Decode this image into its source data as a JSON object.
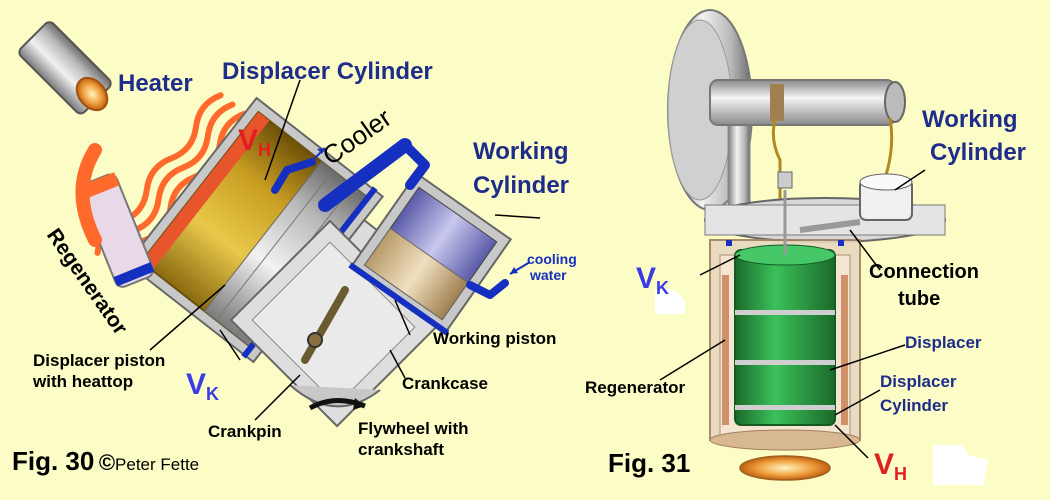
{
  "colors": {
    "background": "#fcfcc6",
    "label_blue": "#1f2d8a",
    "heater_coil": "#ff6a2c",
    "displacer_gold": "#d8b030",
    "displacer_green": "#2f9e4a",
    "cooler_blue": "#1530c0",
    "vh_red": "#e02020",
    "vk_blue": "#3a3ae8"
  },
  "fig30": {
    "caption": "Fig. 30",
    "copyright_symbol": "©",
    "author": "Peter Fette",
    "labels": {
      "heater": "Heater",
      "displacer_cylinder": "Displacer Cylinder",
      "cooler": "Cooler",
      "working_cylinder_line1": "Working",
      "working_cylinder_line2": "Cylinder",
      "regenerator": "Regenerator",
      "cooling_water_line1": "cooling",
      "cooling_water_line2": "water",
      "working_piston": "Working piston",
      "displacer_piston_line1": "Displacer piston",
      "displacer_piston_line2": "with heattop",
      "crankcase": "Crankcase",
      "crankpin": "Crankpin",
      "flywheel_line1": "Flywheel with",
      "flywheel_line2": "crankshaft",
      "vh_main": "V",
      "vh_sub": "H",
      "vk_main": "V",
      "vk_sub": "K"
    }
  },
  "fig31": {
    "caption": "Fig. 31",
    "labels": {
      "working_cylinder_line1": "Working",
      "working_cylinder_line2": "Cylinder",
      "connection_tube_line1": "Connection",
      "connection_tube_line2": "tube",
      "displacer": "Displacer",
      "displacer_cylinder_line1": "Displacer",
      "displacer_cylinder_line2": "Cylinder",
      "regenerator": "Regenerator",
      "vk_main": "V",
      "vk_sub": "K",
      "vh_main": "V",
      "vh_sub": "H"
    }
  }
}
